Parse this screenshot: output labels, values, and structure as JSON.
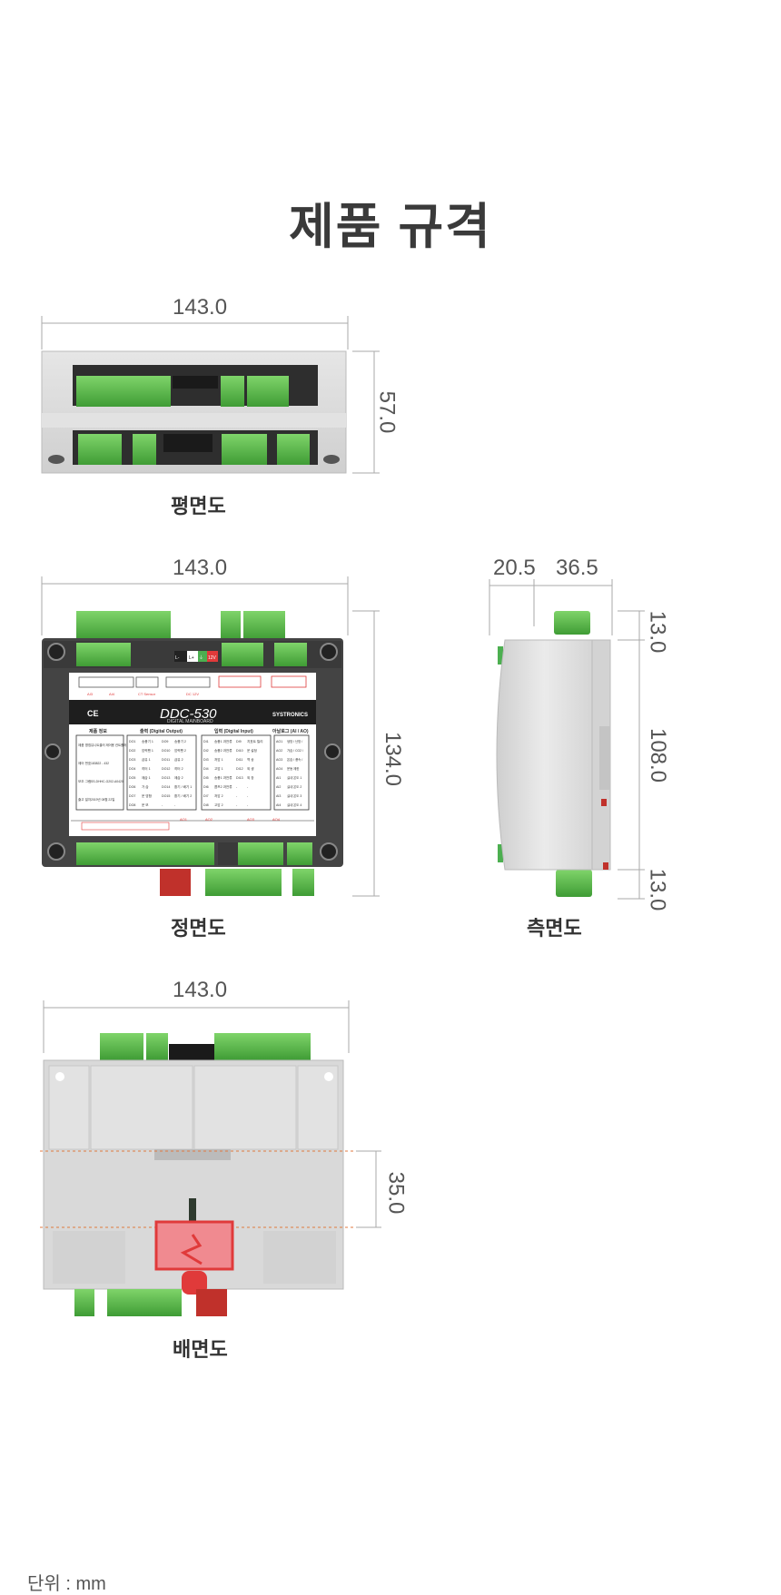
{
  "page": {
    "title": "제품 규격",
    "unit_label": "단위 : mm"
  },
  "views": {
    "top": {
      "caption": "평면도",
      "width": "143.0",
      "height": "57.0"
    },
    "front": {
      "caption": "정면도",
      "width": "143.0",
      "height": "134.0",
      "model": "DDC-530",
      "model_sub": "DIGITAL MAINBOARD",
      "brand": "SYSTRONICS",
      "info_heading": "제품 정보",
      "do_heading": "출력 (Digital Output)",
      "di_heading": "입력 (Digital Input)",
      "ai_heading": "아날로그 (AI / AO)",
      "info_rows": [
        [
          "제품 명칭",
          "유니트쿨러 제어용 컨트롤러"
        ],
        [
          "제어 번호",
          "183822 - 432"
        ],
        [
          "모조 그램",
          "SS-DHHC-G202-A0420"
        ],
        [
          "출고 일자",
          "2019년 08월 22일"
        ]
      ],
      "do_rows": [
        [
          "DO1",
          "송풍기 1",
          "DO9",
          "송풍기 2"
        ],
        [
          "DO2",
          "압력팬 1",
          "DO10",
          "압력팬 2"
        ],
        [
          "DO3",
          "급유 1",
          "DO11",
          "급유 2"
        ],
        [
          "DO4",
          "히터 1",
          "DO12",
          "히터 2"
        ],
        [
          "DO5",
          "제습 1",
          "DO13",
          "제습 2"
        ],
        [
          "DO6",
          "가 습",
          "DO14",
          "환기 / 배기 1"
        ],
        [
          "DO7",
          "운 영함",
          "DO15",
          "환기 / 배기 2"
        ],
        [
          "DO8",
          "운 보",
          "-",
          "-"
        ]
      ],
      "di_rows": [
        [
          "DI1",
          "송풍1 과전류",
          "DI9",
          "지표트 릴리"
        ],
        [
          "DI2",
          "송풍2 과전류",
          "DI10",
          "운 설정"
        ],
        [
          "DI3",
          "저압 1",
          "DI11",
          "역 상"
        ],
        [
          "DI4",
          "고압 1",
          "DI12",
          "외 생"
        ],
        [
          "DI5",
          "송풍1 과전류",
          "DI13",
          "외 장"
        ],
        [
          "DI6",
          "콤프2 과전류",
          "-",
          "-"
        ],
        [
          "DI7",
          "저압 2",
          "-",
          "-"
        ],
        [
          "DI8",
          "고압 2",
          "-",
          "-"
        ]
      ],
      "ai_rows": [
        [
          "AO1",
          "냉방 / 난방 /"
        ],
        [
          "AO2",
          "가습 / CO2 /"
        ],
        [
          "AO3",
          "온습 / 풍속 /"
        ],
        [
          "AO4",
          "운동 제한"
        ],
        [
          "AI1",
          "실내 온도 1"
        ],
        [
          "AI2",
          "실내 온도 2"
        ],
        [
          "AI3",
          "실내 온도 3"
        ],
        [
          "AI4",
          "실내 온도 4"
        ]
      ],
      "top_labels": [
        "AI3",
        "AI4",
        "CT Sensor",
        "DC 12V"
      ],
      "power_labels": [
        "L-",
        "L+",
        "⏚",
        "12V"
      ],
      "bottom_labels": [
        "AO1",
        "AO2",
        "AO3",
        "AO4"
      ]
    },
    "side": {
      "caption": "측면도",
      "depth_a": "20.5",
      "depth_b": "36.5",
      "top_h": "13.0",
      "mid_h": "108.0",
      "bot_h": "13.0"
    },
    "back": {
      "caption": "배면도",
      "width": "143.0",
      "rail": "35.0"
    }
  },
  "colors": {
    "terminal_green": "#5cbf4a",
    "terminal_dark": "#2f8a2a",
    "relay_red": "#c0312b",
    "housing_gray": "#d8d8d8",
    "accent_red": "#e03a3a",
    "dim_line": "#999999",
    "rail_line": "#e07a40"
  }
}
